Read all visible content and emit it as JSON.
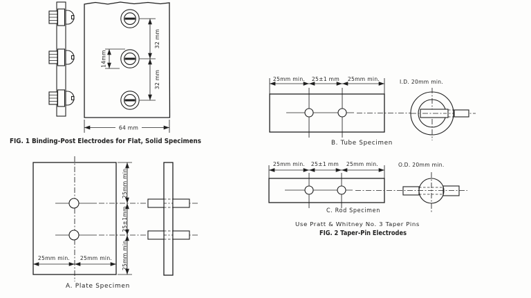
{
  "colors": {
    "ink": "#1f1f1f",
    "paper": "#fdfdfc"
  },
  "fig1": {
    "caption": "FIG. 1 Binding-Post Electrodes for Flat, Solid Specimens",
    "dims": {
      "spacing_top": "32 mm",
      "spacing_bottom": "32 mm",
      "head": "14mm",
      "plate_width": "64 mm"
    }
  },
  "fig2": {
    "caption": "FIG. 2 Taper-Pin Electrodes",
    "note": "Use Pratt & Whitney No. 3 Taper Pins",
    "plate": {
      "label": "A. Plate Specimen",
      "dims": {
        "right_top": "25mm min.",
        "right_mid": "25±1mm",
        "right_bottom": "25mm min.",
        "bottom_left": "25mm min.",
        "bottom_right": "25mm min."
      }
    },
    "tube": {
      "label": "B. Tube Specimen",
      "dims": {
        "left": "25mm min.",
        "mid": "25±1 mm",
        "right": "25mm min.",
        "bore": "I.D. 20mm min."
      }
    },
    "rod": {
      "label": "C. Rod Specimen",
      "dims": {
        "left": "25mm min.",
        "mid": "25±1 mm",
        "right": "25mm min.",
        "outer": "O.D. 20mm min."
      }
    }
  }
}
